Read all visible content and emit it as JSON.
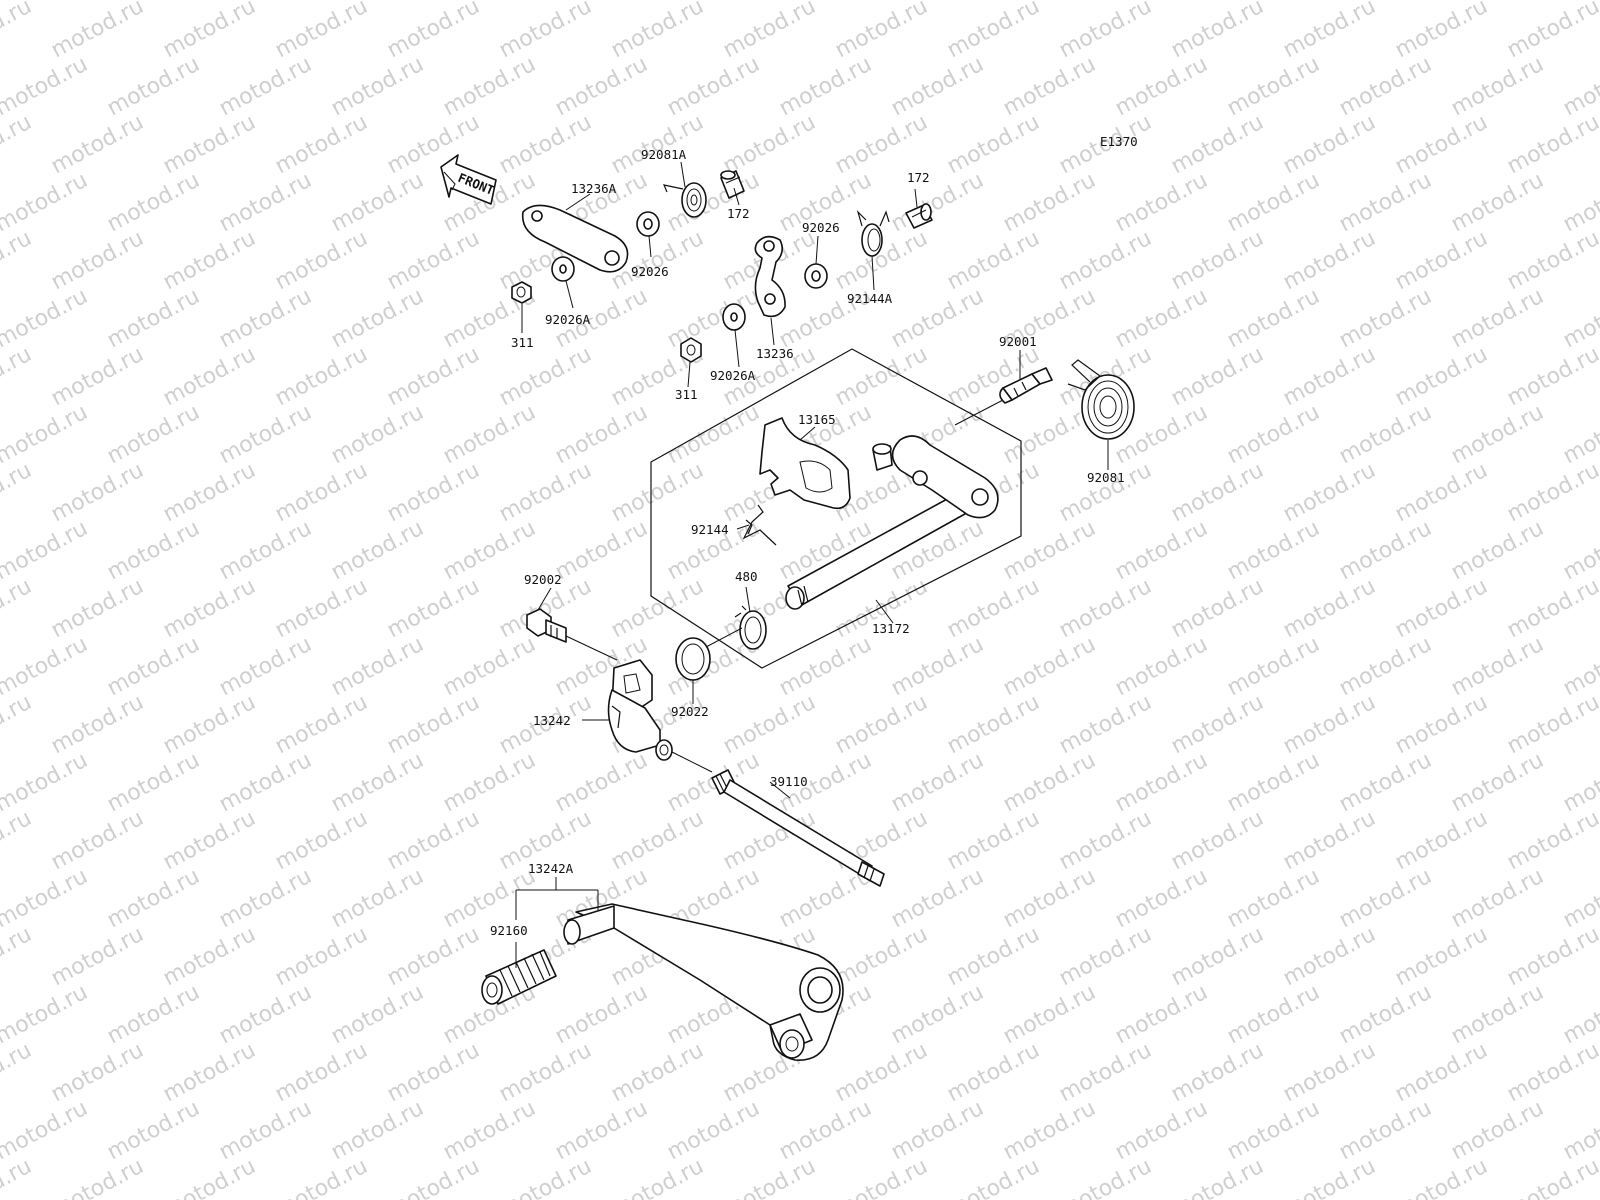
{
  "diagram": {
    "code": "E1370",
    "front_label": "FRONT",
    "watermark": "motod.ru",
    "labels": {
      "p92081A": "92081A",
      "p13236A": "13236A",
      "p172a": "172",
      "p172b": "172",
      "p92026a": "92026",
      "p92026b": "92026",
      "p92144A": "92144A",
      "p311a": "311",
      "p92026Aa": "92026A",
      "p13236": "13236",
      "p311b": "311",
      "p92026Ab": "92026A",
      "p92001": "92001",
      "p13165": "13165",
      "p92081": "92081",
      "p92144": "92144",
      "p92002": "92002",
      "p480": "480",
      "p13172": "13172",
      "p13242": "13242",
      "p92022": "92022",
      "p39110": "39110",
      "p13242A": "13242A",
      "p92160": "92160"
    }
  }
}
